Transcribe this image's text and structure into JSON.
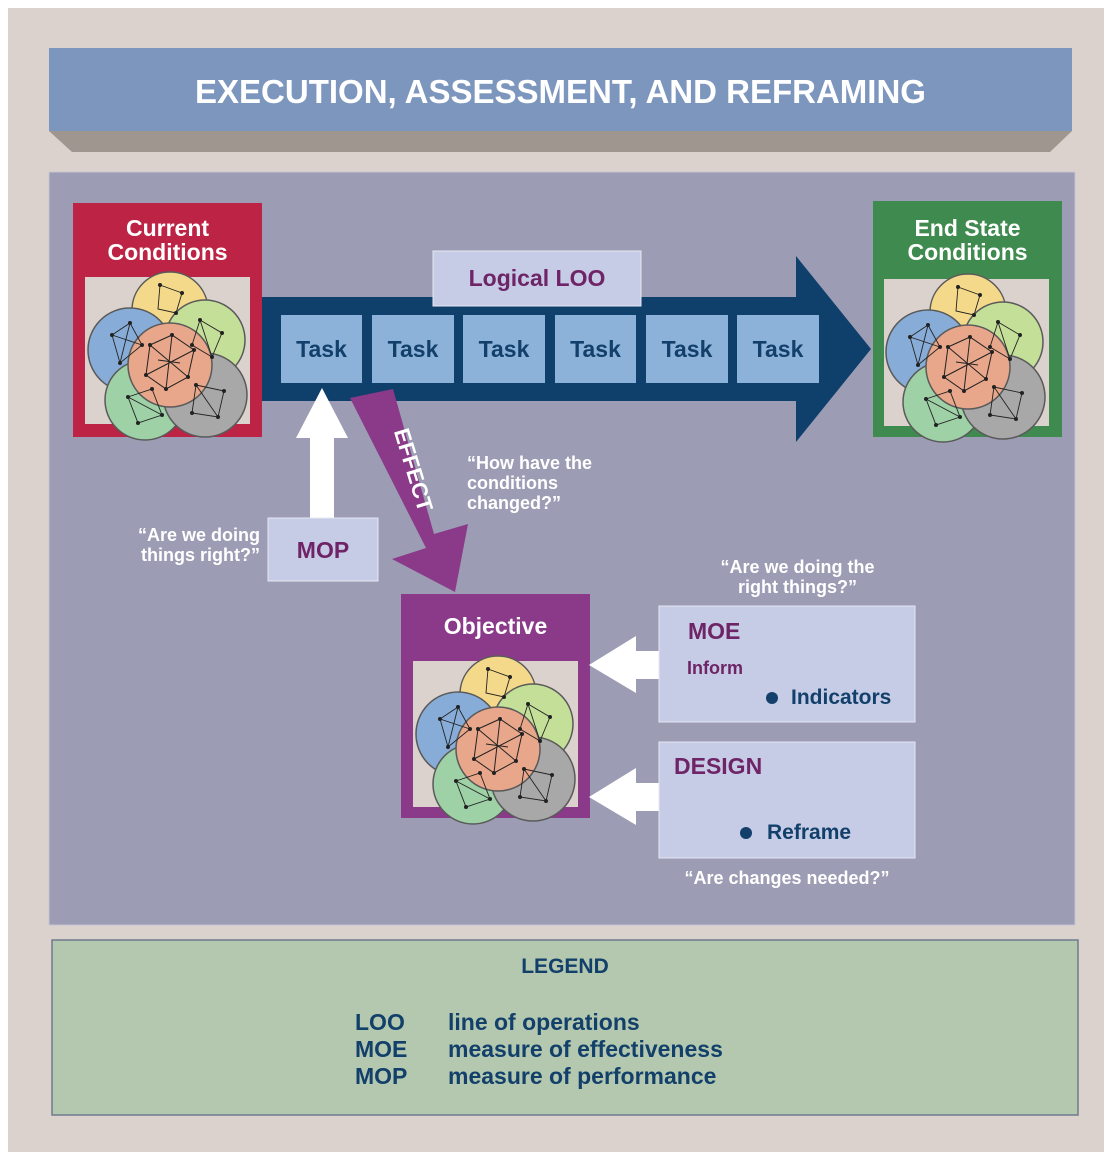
{
  "title": "EXECUTION, ASSESSMENT, AND REFRAMING",
  "current_conditions": "Current\nConditions",
  "end_state_conditions": "End State\nConditions",
  "logical_loo": "Logical LOO",
  "tasks": [
    "Task",
    "Task",
    "Task",
    "Task",
    "Task",
    "Task"
  ],
  "effect_label": "EFFECT",
  "how_changed": "“How have the\nconditions\nchanged?”",
  "doing_things_right": "“Are we doing\nthings right?”",
  "mop": "MOP",
  "objective": "Objective",
  "doing_right_things": "“Are we doing the\nright things?”",
  "moe_box": {
    "title": "MOE",
    "sub": "Inform",
    "bullet": "Indicators"
  },
  "design_box": {
    "title": "DESIGN",
    "bullet": "Reframe"
  },
  "changes_needed": "“Are changes needed?”",
  "legend": {
    "title": "LEGEND",
    "entries": [
      {
        "abbr": "LOO",
        "text": "line of operations"
      },
      {
        "abbr": "MOE",
        "text": "measure of effectiveness"
      },
      {
        "abbr": "MOP",
        "text": "measure of performance"
      }
    ]
  },
  "colors": {
    "page_bg": "#dcd2cd",
    "title_bar": "#7d96bd",
    "main_panel": "#9c9cb4",
    "current_red": "#bc2344",
    "end_green": "#3f8a4e",
    "objective_purple": "#8a3a88",
    "loo_arrow": "#0f3f6b",
    "task_box": "#8db2d9",
    "light_box": "#c6cce6",
    "legend_bg": "#b3c8af"
  },
  "icons": [
    "network-cluster-icon"
  ]
}
